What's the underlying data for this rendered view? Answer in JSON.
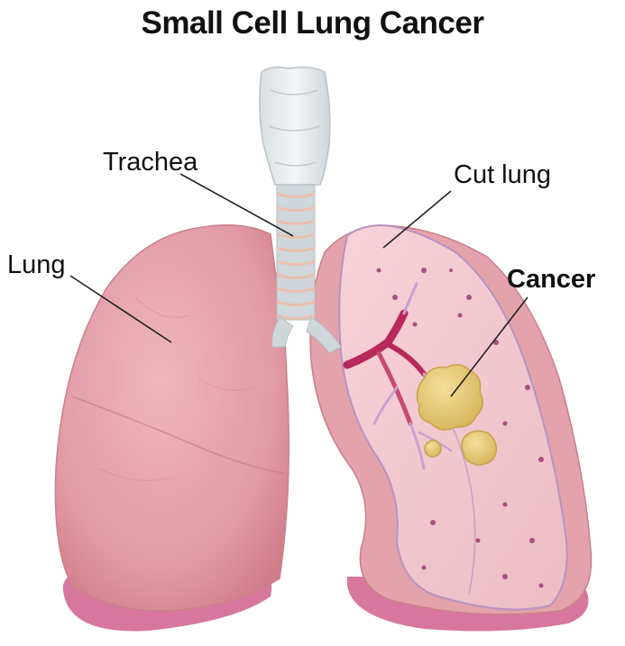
{
  "title": "Small Cell Lung Cancer",
  "labels": {
    "trachea": "Trachea",
    "lung": "Lung",
    "cut_lung": "Cut lung",
    "cancer": "Cancer"
  },
  "colors": {
    "lung_pink": "#e7a6ae",
    "cut_lung_pink": "#f2c9d0",
    "lung_base": "#d36e99",
    "trachea_gray": "#c9d2d6",
    "bronchi_red": "#b8285a",
    "tumor_yellow": "#e2c46e"
  }
}
